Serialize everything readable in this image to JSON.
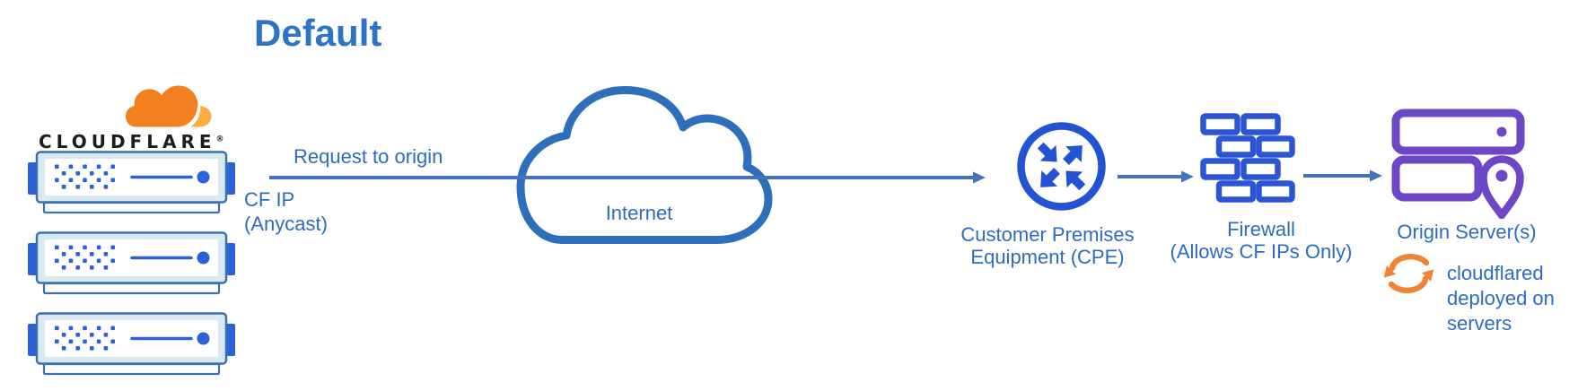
{
  "title": "Default",
  "logo": {
    "wordmark": "CLOUDFLARE",
    "registered_mark": "®"
  },
  "flow": {
    "request_label": "Request to origin",
    "source_label": "CF IP\n(Anycast)",
    "internet_label": "Internet",
    "cpe_label": "Customer Premises\nEquipment (CPE)",
    "firewall_label": "Firewall\n(Allows CF IPs Only)",
    "origin_label": "Origin Server(s)",
    "cloudflared_label": "cloudflared\ndeployed on\nservers"
  },
  "icons": {
    "cloudflare-cloud-icon": "orange cloud logo",
    "server-icon": "blue rack server (x3 stack)",
    "internet-cloud-icon": "blue outlined cloud",
    "router-icon": "circle with two inward and two outward diagonal arrows",
    "firewall-icon": "blue brick wall",
    "origin-servers-icon": "purple stacked servers",
    "location-pin-icon": "purple map marker",
    "sync-arrows-icon": "orange circular refresh arrows",
    "arrow-right-icon": "blue connector arrow"
  },
  "colors": {
    "title_blue": "#2e74c4",
    "label_blue": "#2b6cc3",
    "connector_blue": "#4573bb",
    "cloud_outline_blue": "#2e6fbc",
    "icon_blue": "#2352d3",
    "brick_blue": "#2b55d3",
    "server_accent_blue": "#2b62d8",
    "server_fill": "#d8e9f2",
    "server_border": "#3a72ad",
    "origin_purple": "#6d47c5",
    "cloudflare_orange": "#f38020",
    "cloudflare_light_orange": "#fbad41",
    "sync_orange": "#ee8434",
    "wordmark_black": "#1d1d1d"
  }
}
